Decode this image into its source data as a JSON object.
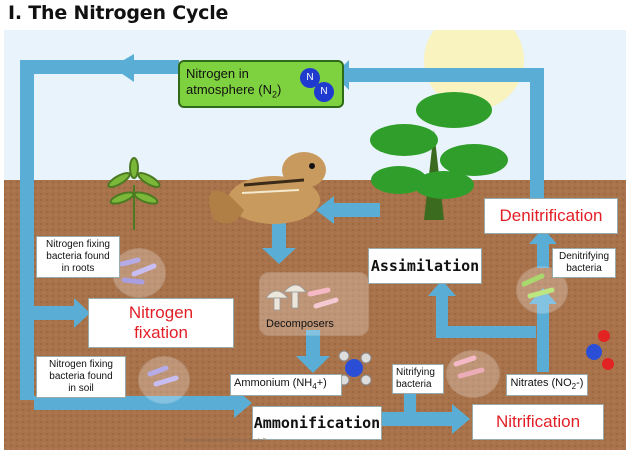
{
  "title": "I. The Nitrogen Cycle",
  "atmosphere": {
    "line1": "Nitrogen in",
    "line2": "atmosphere (N",
    "sub": "2",
    "close": ")",
    "molecule_n1": "N",
    "molecule_n2": "N"
  },
  "labels": {
    "fixing_roots": [
      "Nitrogen fixing",
      "bacteria found",
      "in roots"
    ],
    "fixing_soil": [
      "Nitrogen fixing",
      "bacteria found",
      "in soil"
    ],
    "nitrogen_fixation": [
      "Nitrogen",
      "fixation"
    ],
    "decomposers": "Decomposers",
    "ammonium_pre": "Ammonium (NH",
    "ammonium_sub": "4",
    "ammonium_post": "+)",
    "ammonification": "Ammonification",
    "assimilation": "Assimilation",
    "nitrifying": [
      "Nitrifying",
      "bacteria"
    ],
    "nitrification": "Nitrification",
    "nitrates_pre": "Nitrates (NO",
    "nitrates_sub": "2",
    "nitrates_post": "-)",
    "denitrifying": [
      "Denitrifying",
      "bacteria"
    ],
    "denitrification": "Denitrification",
    "credit": "Pearson Education (\"Biology Books\")"
  },
  "colors": {
    "arrow": "#5aaed6",
    "soil": "#a8724a",
    "sky": "#e9f3fb",
    "red_text": "#e21f26",
    "atm_box": "#7fd23f"
  }
}
